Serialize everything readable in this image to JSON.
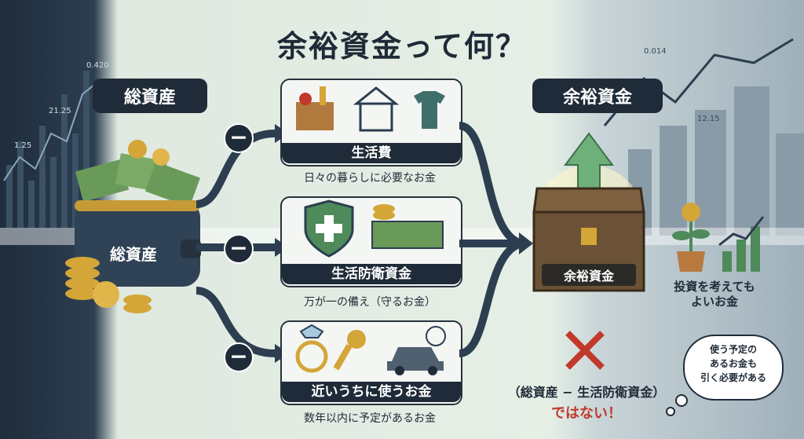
{
  "title": "余裕資金って何？",
  "total_assets": {
    "header": "総資産",
    "wallet_label": "総資産"
  },
  "surplus": {
    "header": "余裕資金",
    "chest_label": "余裕資金"
  },
  "cards": [
    {
      "label": "生活費",
      "desc": "日々の暮らしに必要なお金"
    },
    {
      "label": "生活防衛資金",
      "desc": "万が一の備え（守るお金）"
    },
    {
      "label": "近いうちに使うお金",
      "desc": "数年以内に予定があるお金"
    }
  ],
  "minus_symbol": "−",
  "invest_note": [
    "投資を考えても",
    "よいお金"
  ],
  "wrong": {
    "formula": "（総資産 − 生活防衛資金）",
    "not": "ではない！"
  },
  "bubble": [
    "使う予定の",
    "あるお金も",
    "引く必要がある"
  ],
  "left_chart_ticks": [
    "0.420",
    "21.25",
    "1.25"
  ],
  "right_chart_ticks": [
    "0.014",
    "12.15"
  ],
  "colors": {
    "dark": "#1f2b38",
    "accent_red": "#c0392b",
    "green": "#4e8a5a"
  }
}
